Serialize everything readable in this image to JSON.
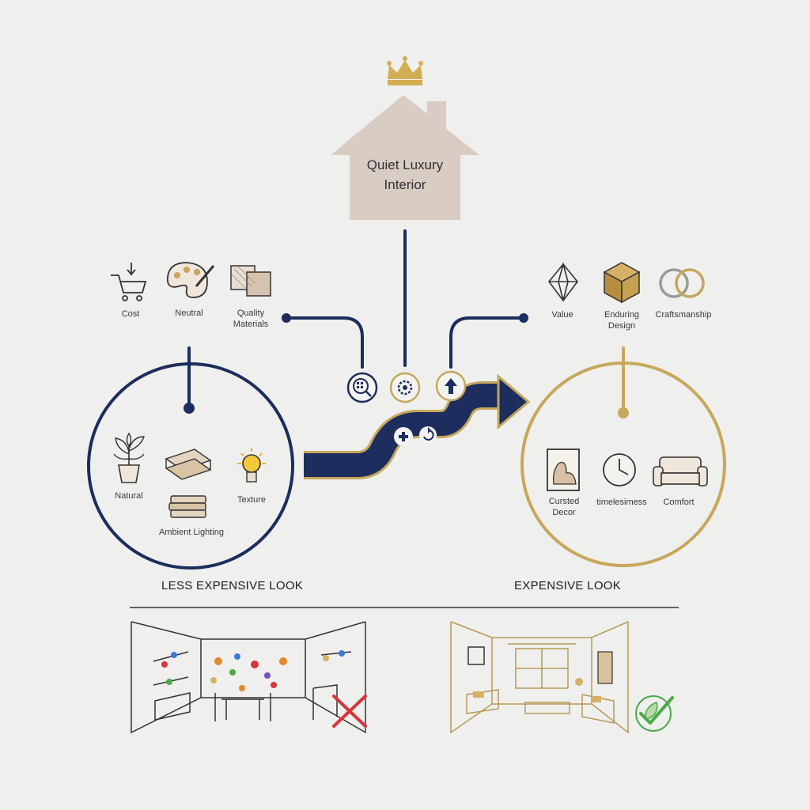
{
  "root": {
    "title": "Quiet Luxury\nInterior",
    "icon": "crown-icon"
  },
  "left_factors": [
    {
      "label": "Cost",
      "icon": "shopping-cart-icon"
    },
    {
      "label": "Neutral",
      "icon": "palette-icon"
    },
    {
      "label": "Quality\nMaterials",
      "icon": "fabric-swatch-icon"
    }
  ],
  "right_factors": [
    {
      "label": "Value",
      "icon": "diamond-icon"
    },
    {
      "label": "Enduring\nDesign",
      "icon": "cube-icon"
    },
    {
      "label": "Craftsmanship",
      "icon": "rings-icon"
    }
  ],
  "left_circle": {
    "items": [
      {
        "label": "Natural",
        "icon": "plant-icon"
      },
      {
        "label": "Texture",
        "icon": "lightbulb-icon"
      },
      {
        "label": "Ambient Lighting",
        "icon": "stacked-fabrics-icon"
      }
    ],
    "title": "LESS EXPENSIVE LOOK"
  },
  "right_circle": {
    "items": [
      {
        "label": "Cursted\nDecor",
        "icon": "framed-art-icon"
      },
      {
        "label": "timelesimess",
        "icon": "clock-icon"
      },
      {
        "label": "Comfort",
        "icon": "sofa-icon"
      }
    ],
    "title": "EXPENSIVE LOOK"
  },
  "path_icons": [
    "search-grid-icon",
    "gear-icon",
    "up-arrow-icon",
    "plus-icon",
    "refresh-icon"
  ],
  "bottom": {
    "left_room": {
      "mark": "red-x-icon"
    },
    "right_room": {
      "mark": "green-check-leaf-icon"
    }
  },
  "colors": {
    "navy": "#1c2d5e",
    "gold": "#c6a75c",
    "house": "#d8ccc3",
    "background": "#efefed",
    "red": "#d8343c",
    "green": "#4aa94a"
  }
}
